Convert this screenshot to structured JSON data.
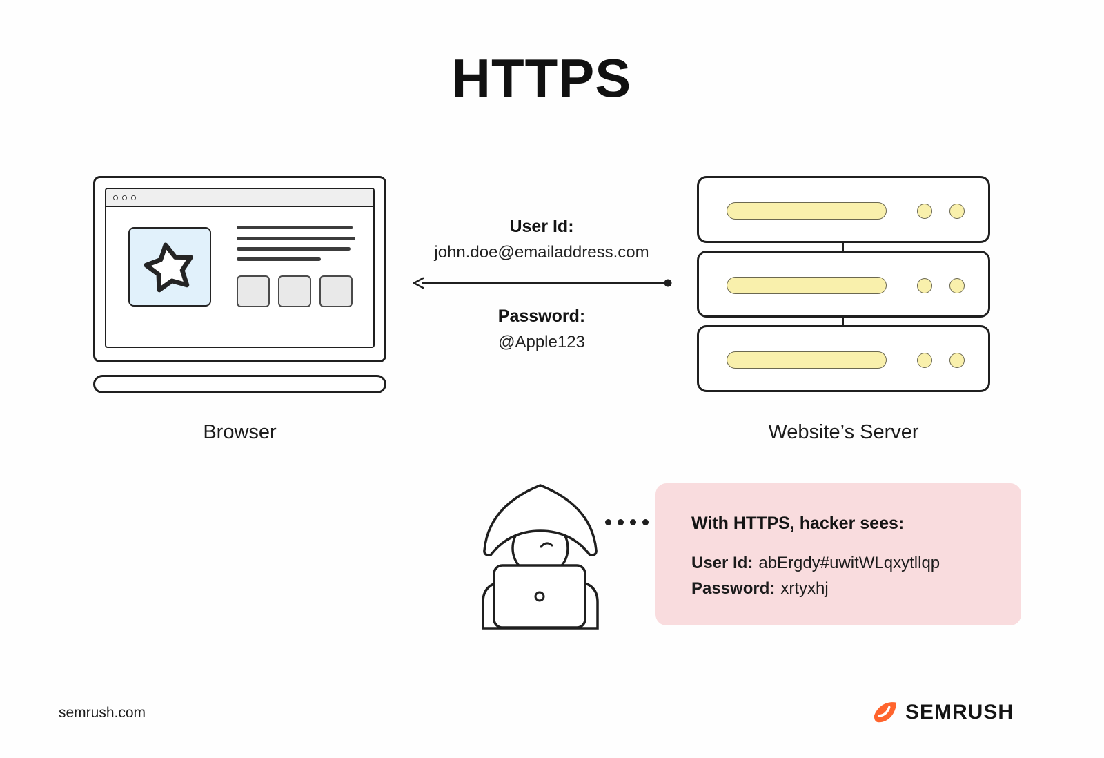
{
  "title": "HTTPS",
  "diagram": {
    "browser": {
      "label": "Browser"
    },
    "server": {
      "label": "Website’s Server"
    },
    "transfer": {
      "user_id_label": "User Id:",
      "user_id_value": "john.doe@emailaddress.com",
      "password_label": "Password:",
      "password_value": "@Apple123"
    },
    "hacker_panel": {
      "heading": "With HTTPS, hacker sees:",
      "user_id_label": "User Id:",
      "user_id_value": "abErgdy#uwitWLqxytllqp",
      "password_label": "Password:",
      "password_value": "xrtyxhj"
    }
  },
  "footer": {
    "site": "semrush.com",
    "brand": "SEMRUSH"
  },
  "icons": {
    "star-icon": "★",
    "window-dot-icon": "○",
    "arrow-left-icon": "←",
    "hooded-hacker-icon": "hooded figure at laptop",
    "semrush-flame-icon": "orange flame"
  },
  "colors": {
    "outline": "#1f1f1f",
    "accent_yellow": "#F9F0AC",
    "accent_blue": "#E1F1FB",
    "accent_pink": "#F9DCDE",
    "brand_orange": "#FF642D"
  }
}
